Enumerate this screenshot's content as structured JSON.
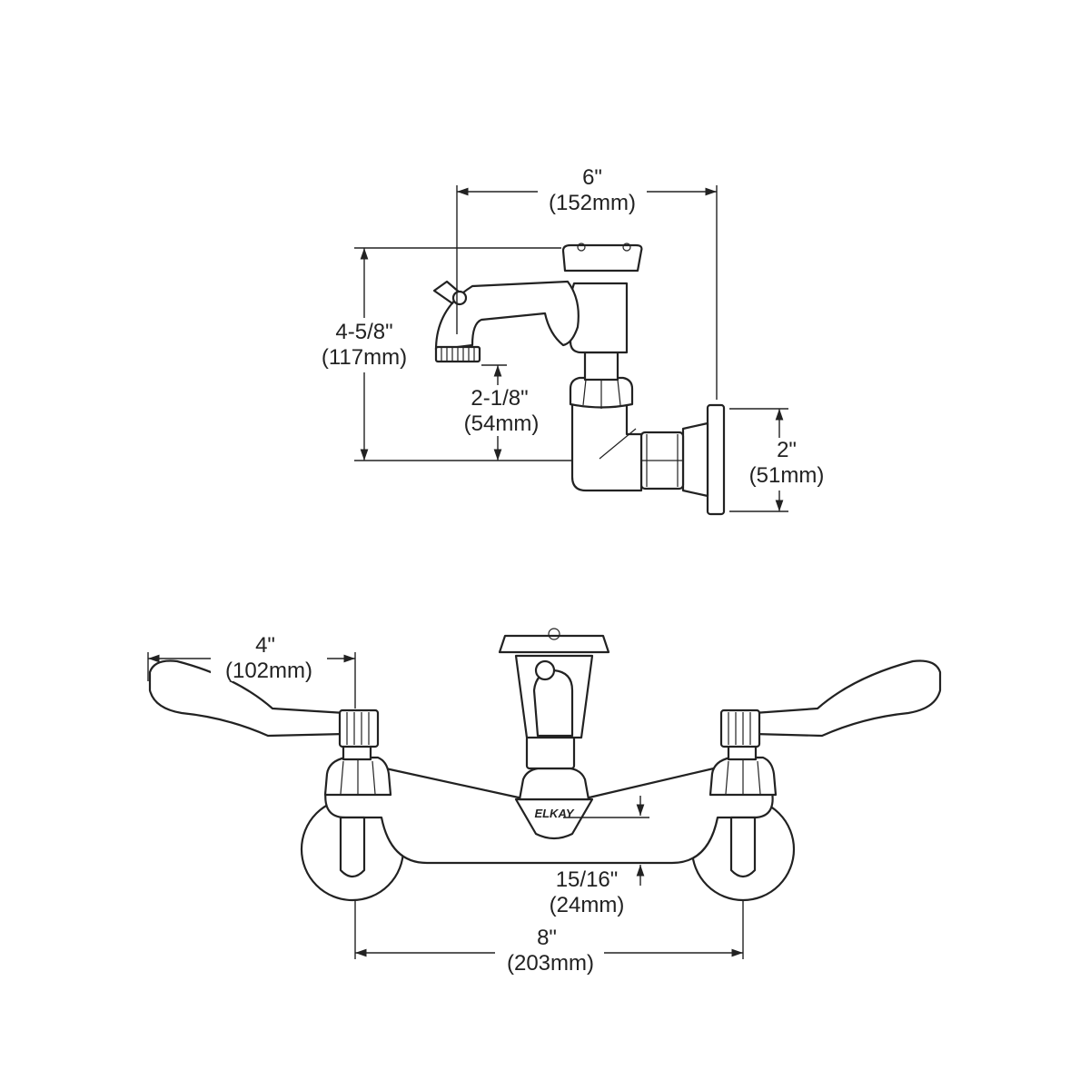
{
  "side_view": {
    "overall_width": {
      "imperial": "6\"",
      "metric": "(152mm)"
    },
    "overall_height": {
      "imperial": "4-5/8\"",
      "metric": "(117mm)"
    },
    "spout_height": {
      "imperial": "2-1/8\"",
      "metric": "(54mm)"
    },
    "flange_height": {
      "imperial": "2\"",
      "metric": "(51mm)"
    }
  },
  "front_view": {
    "handle_length": {
      "imperial": "4\"",
      "metric": "(102mm)"
    },
    "body_thickness": {
      "imperial": "15/16\"",
      "metric": "(24mm)"
    },
    "centers": {
      "imperial": "8\"",
      "metric": "(203mm)"
    },
    "brand": "ELKAY"
  }
}
